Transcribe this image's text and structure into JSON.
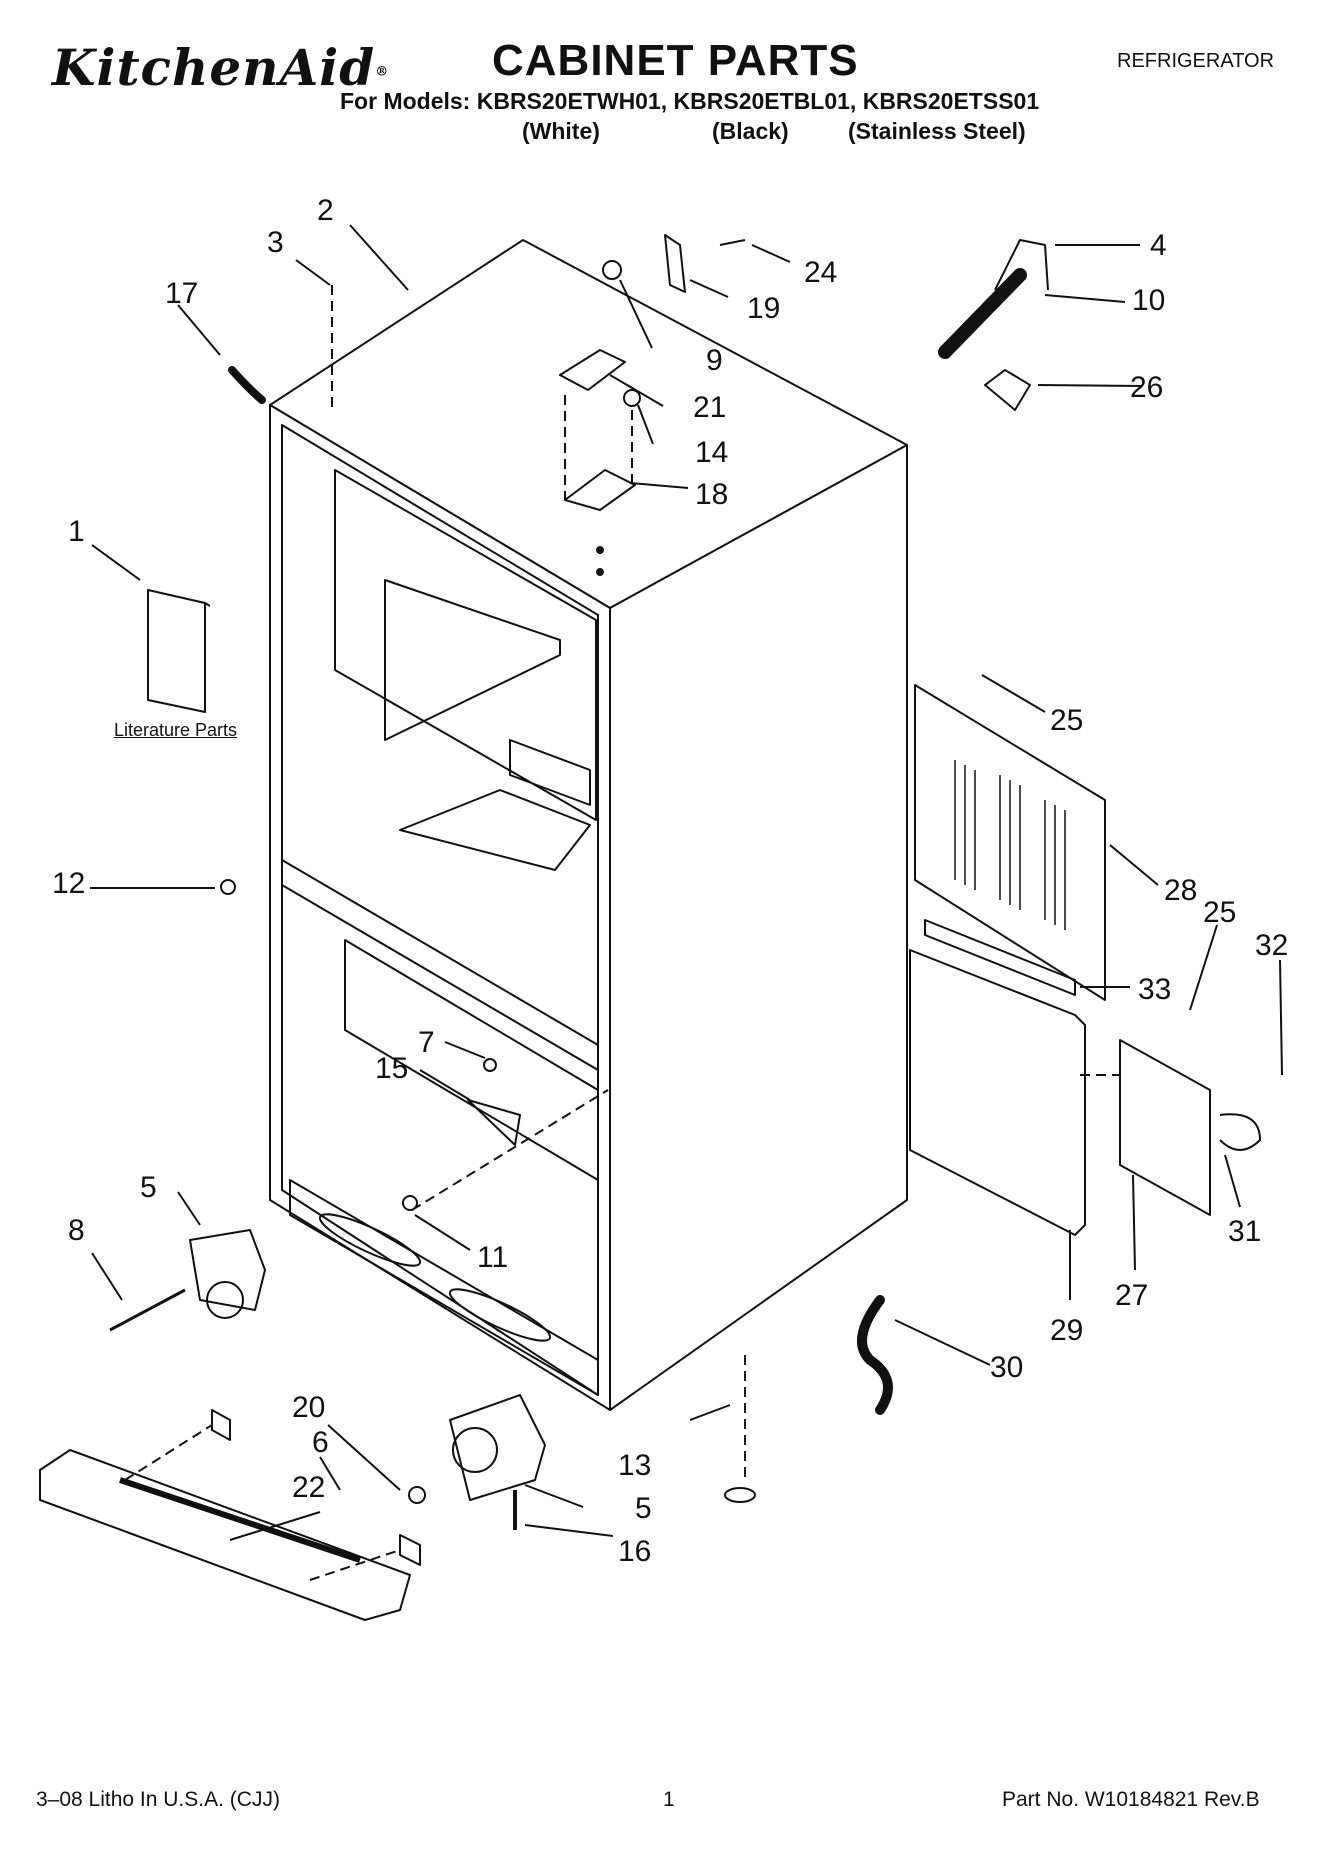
{
  "header": {
    "brand": "KitchenAid",
    "title": "CABINET PARTS",
    "category": "REFRIGERATOR",
    "models_line": "For Models: KBRS20ETWH01, KBRS20ETBL01, KBRS20ETSS01",
    "variants": [
      "(White)",
      "(Black)",
      "(Stainless Steel)"
    ]
  },
  "diagram": {
    "literature_label": "Literature Parts",
    "callouts": [
      "1",
      "2",
      "3",
      "4",
      "5",
      "5",
      "6",
      "7",
      "8",
      "9",
      "10",
      "11",
      "12",
      "13",
      "14",
      "15",
      "16",
      "17",
      "18",
      "19",
      "20",
      "21",
      "22",
      "24",
      "25",
      "25",
      "26",
      "27",
      "28",
      "29",
      "30",
      "31",
      "32",
      "33"
    ]
  },
  "footer": {
    "print_info": "3–08 Litho In U.S.A. (CJJ)",
    "page_number": "1",
    "part_number": "Part No. W10184821 Rev.B"
  }
}
